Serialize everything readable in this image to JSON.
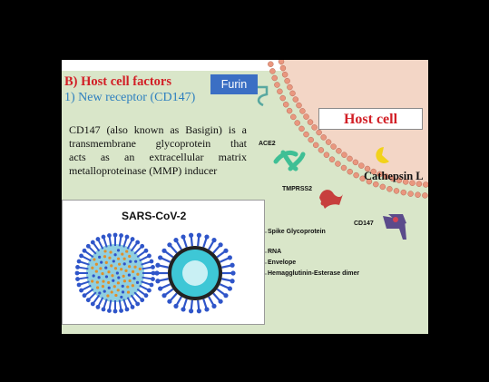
{
  "section": {
    "title": "B) Host cell factors",
    "subtitle": "1) New receptor (CD147)"
  },
  "description": {
    "lines": [
      "CD147 (also known as Basigin) is a",
      "transmembrane glycoprotein that",
      "acts as an extracellular matrix",
      "metalloproteinase (MMP) inducer"
    ]
  },
  "labels": {
    "furin": "Furin",
    "host_cell": "Host cell",
    "ace2": "ACE2",
    "tmprss2": "TMPRSS2",
    "cathepsin": "Cathepsin L",
    "cd147": "CD147"
  },
  "virus": {
    "title": "SARS-CoV-2",
    "parts": [
      "Spike Glycoprotein",
      "RNA",
      "Envelope",
      "Hemagglutinin-Esterase dimer"
    ]
  },
  "colors": {
    "title_red": "#d21f26",
    "subtitle_blue": "#2d7fbf",
    "furin_box": "#3b6fc4",
    "background_green": "#d9e6c9",
    "cell_interior": "#f3d6c6",
    "membrane_bead": "#e9977f",
    "spike_blue": "#2f55c9",
    "envelope_cyan": "#3ec7d6"
  }
}
